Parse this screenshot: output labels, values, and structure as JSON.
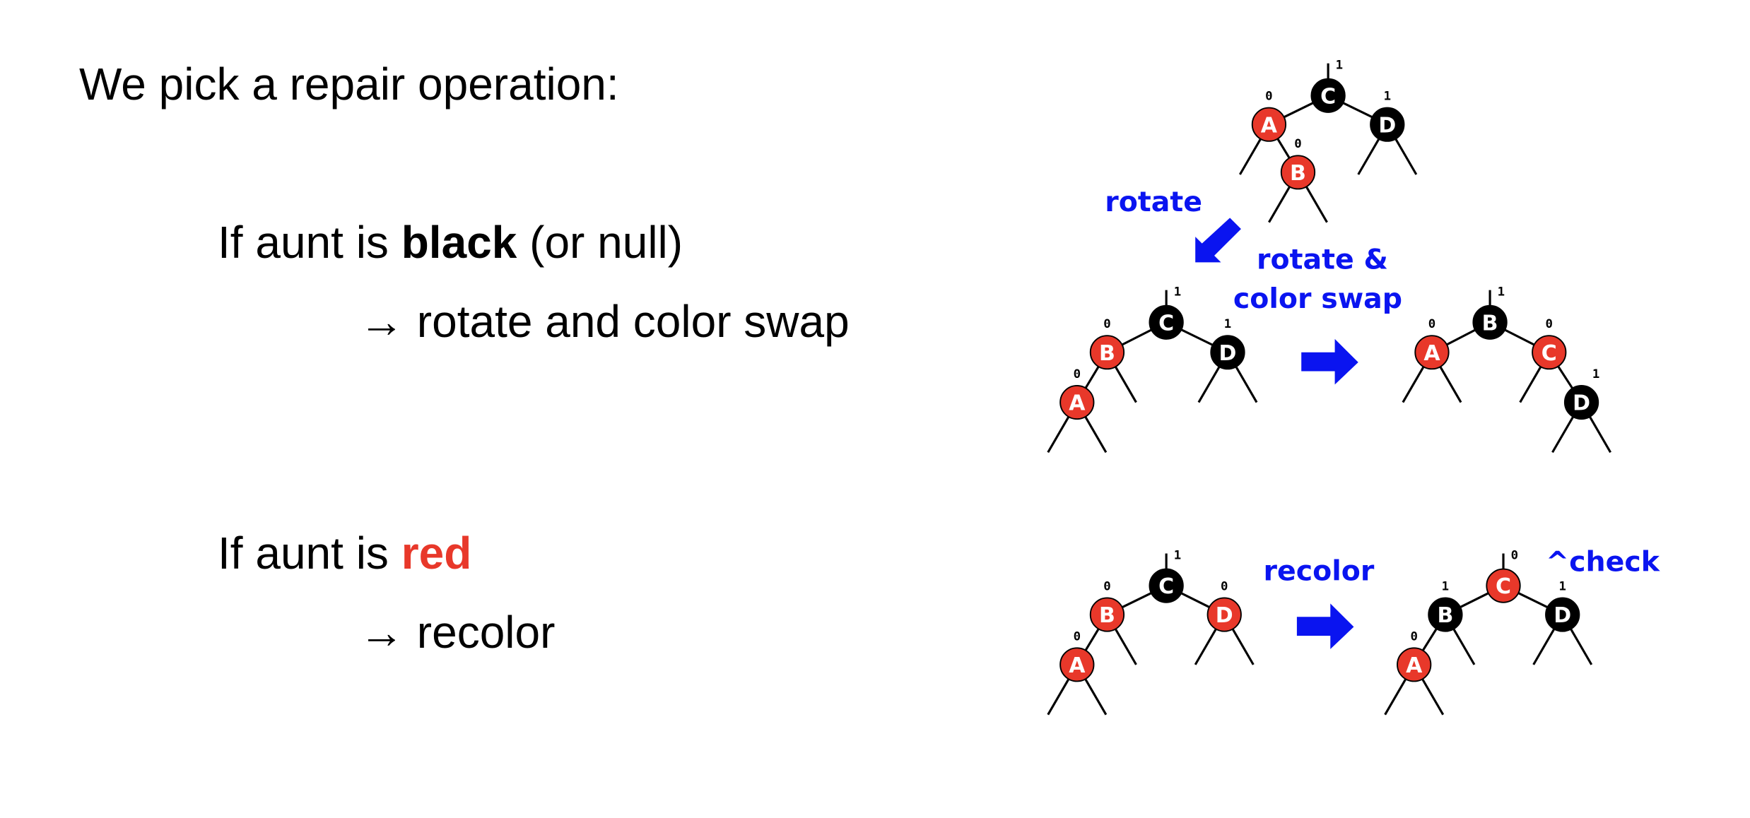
{
  "slide": {
    "heading": "We pick a repair operation:",
    "case_black": {
      "prefix": "If aunt is ",
      "keyword": "black",
      "suffix": " (or null)",
      "arrow": "→",
      "action": " rotate and color swap"
    },
    "case_red": {
      "prefix": "If aunt is ",
      "keyword": "red",
      "arrow": "→",
      "action": " recolor"
    }
  },
  "colors": {
    "red_node": "#e8382a",
    "black_node": "#000000",
    "label_blue": "#0a14f0",
    "keyword_red": "#e8382a"
  },
  "diagrams": {
    "rotate_label": "rotate",
    "rotate_swap_label_line1": "rotate &",
    "rotate_swap_label_line2": "color swap",
    "recolor_label": "recolor",
    "check_label": "^check",
    "trees": {
      "initial": {
        "nodes": [
          {
            "key": "C",
            "color": "black",
            "black_height": "1"
          },
          {
            "key": "A",
            "color": "red",
            "black_height": "0"
          },
          {
            "key": "B",
            "color": "red",
            "black_height": "0"
          },
          {
            "key": "D",
            "color": "black",
            "black_height": "1"
          }
        ]
      },
      "after_rotate": {
        "nodes": [
          {
            "key": "C",
            "color": "black",
            "black_height": "1"
          },
          {
            "key": "B",
            "color": "red",
            "black_height": "0"
          },
          {
            "key": "A",
            "color": "red",
            "black_height": "0"
          },
          {
            "key": "D",
            "color": "black",
            "black_height": "1"
          }
        ]
      },
      "after_rotate_swap": {
        "nodes": [
          {
            "key": "B",
            "color": "black",
            "black_height": "1"
          },
          {
            "key": "A",
            "color": "red",
            "black_height": "0"
          },
          {
            "key": "C",
            "color": "red",
            "black_height": "0"
          },
          {
            "key": "D",
            "color": "black",
            "black_height": "1"
          }
        ]
      },
      "before_recolor": {
        "nodes": [
          {
            "key": "C",
            "color": "black",
            "black_height": "1"
          },
          {
            "key": "B",
            "color": "red",
            "black_height": "0"
          },
          {
            "key": "A",
            "color": "red",
            "black_height": "0"
          },
          {
            "key": "D",
            "color": "red",
            "black_height": "0"
          }
        ]
      },
      "after_recolor": {
        "nodes": [
          {
            "key": "C",
            "color": "red",
            "black_height": "0"
          },
          {
            "key": "B",
            "color": "black",
            "black_height": "1"
          },
          {
            "key": "A",
            "color": "red",
            "black_height": "0"
          },
          {
            "key": "D",
            "color": "black",
            "black_height": "1"
          }
        ]
      }
    }
  }
}
